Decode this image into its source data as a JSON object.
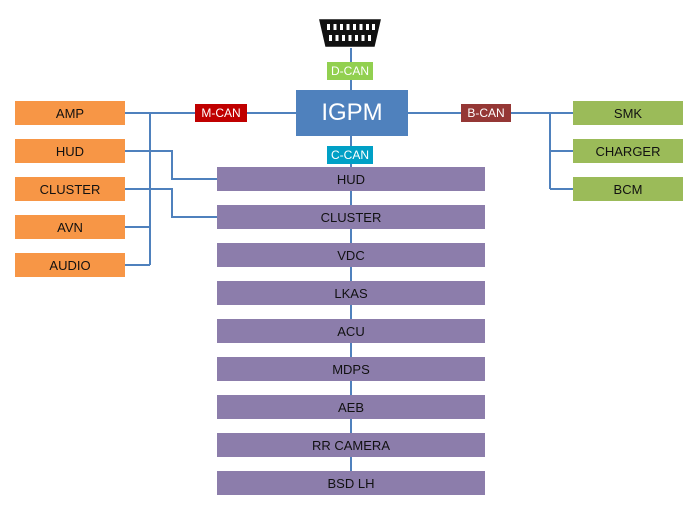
{
  "diagram": {
    "gateway": {
      "label": "IGPM",
      "color": "#4f81bd"
    },
    "connector": {
      "icon": "obd-connector-icon"
    },
    "buses": {
      "d_can": {
        "label": "D-CAN",
        "color": "#92d050"
      },
      "c_can": {
        "label": "C-CAN",
        "color": "#00a0c6"
      },
      "m_can": {
        "label": "M-CAN",
        "color": "#c00000"
      },
      "b_can": {
        "label": "B-CAN",
        "color": "#953735"
      }
    },
    "m_can_nodes": [
      {
        "label": "AMP"
      },
      {
        "label": "HUD"
      },
      {
        "label": "CLUSTER"
      },
      {
        "label": "AVN"
      },
      {
        "label": "AUDIO"
      }
    ],
    "b_can_nodes": [
      {
        "label": "SMK"
      },
      {
        "label": "CHARGER"
      },
      {
        "label": "BCM"
      }
    ],
    "c_can_nodes": [
      {
        "label": "HUD"
      },
      {
        "label": "CLUSTER"
      },
      {
        "label": "VDC"
      },
      {
        "label": "LKAS"
      },
      {
        "label": "ACU"
      },
      {
        "label": "MDPS"
      },
      {
        "label": "AEB"
      },
      {
        "label": "RR CAMERA"
      },
      {
        "label": "BSD LH"
      }
    ],
    "colors": {
      "m_can_node": "#f79646",
      "b_can_node": "#9bbb59",
      "c_can_node": "#8c7dab",
      "line": "#4f81bd"
    }
  }
}
